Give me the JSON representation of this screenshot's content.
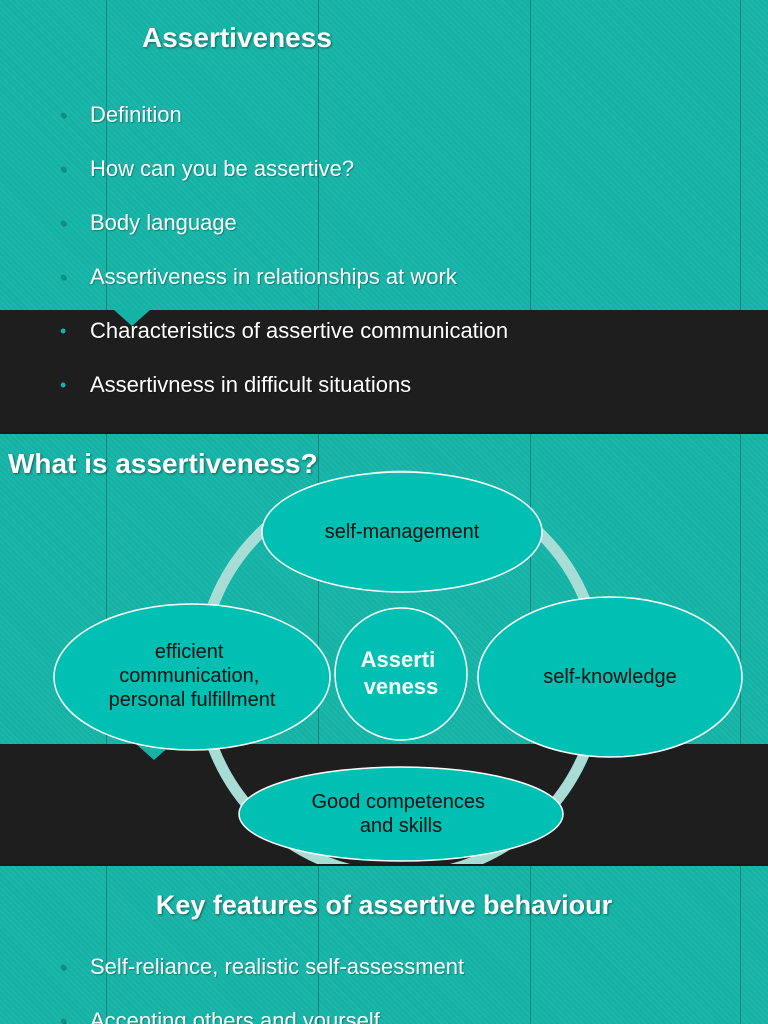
{
  "slide1": {
    "title": "Assertiveness",
    "bullets": [
      "Definition",
      "How can you be assertive?",
      "Body language",
      "Assertiveness in relationships at work",
      "Characteristics of assertive communication",
      "Assertivness in difficult situations"
    ]
  },
  "slide2": {
    "title": "What is assertiveness?",
    "center_line1": "Asserti",
    "center_line2": "veness",
    "top_node": "self-management",
    "right_node": "self-knowledge",
    "left_node": [
      "efficient",
      "communication,",
      "personal fulfillment"
    ],
    "bottom_node": [
      "Good competences",
      "and skills"
    ]
  },
  "slide3": {
    "title": "Key features of assertive behaviour",
    "bullets": [
      "Self-reliance, realistic self-assessment",
      "Accepting others and yourself"
    ]
  },
  "colors": {
    "teal": "#14b3a6",
    "node_fill": "#00bfb3",
    "ring": "#a8ddd6",
    "dark_band": "#1e1e1e"
  }
}
